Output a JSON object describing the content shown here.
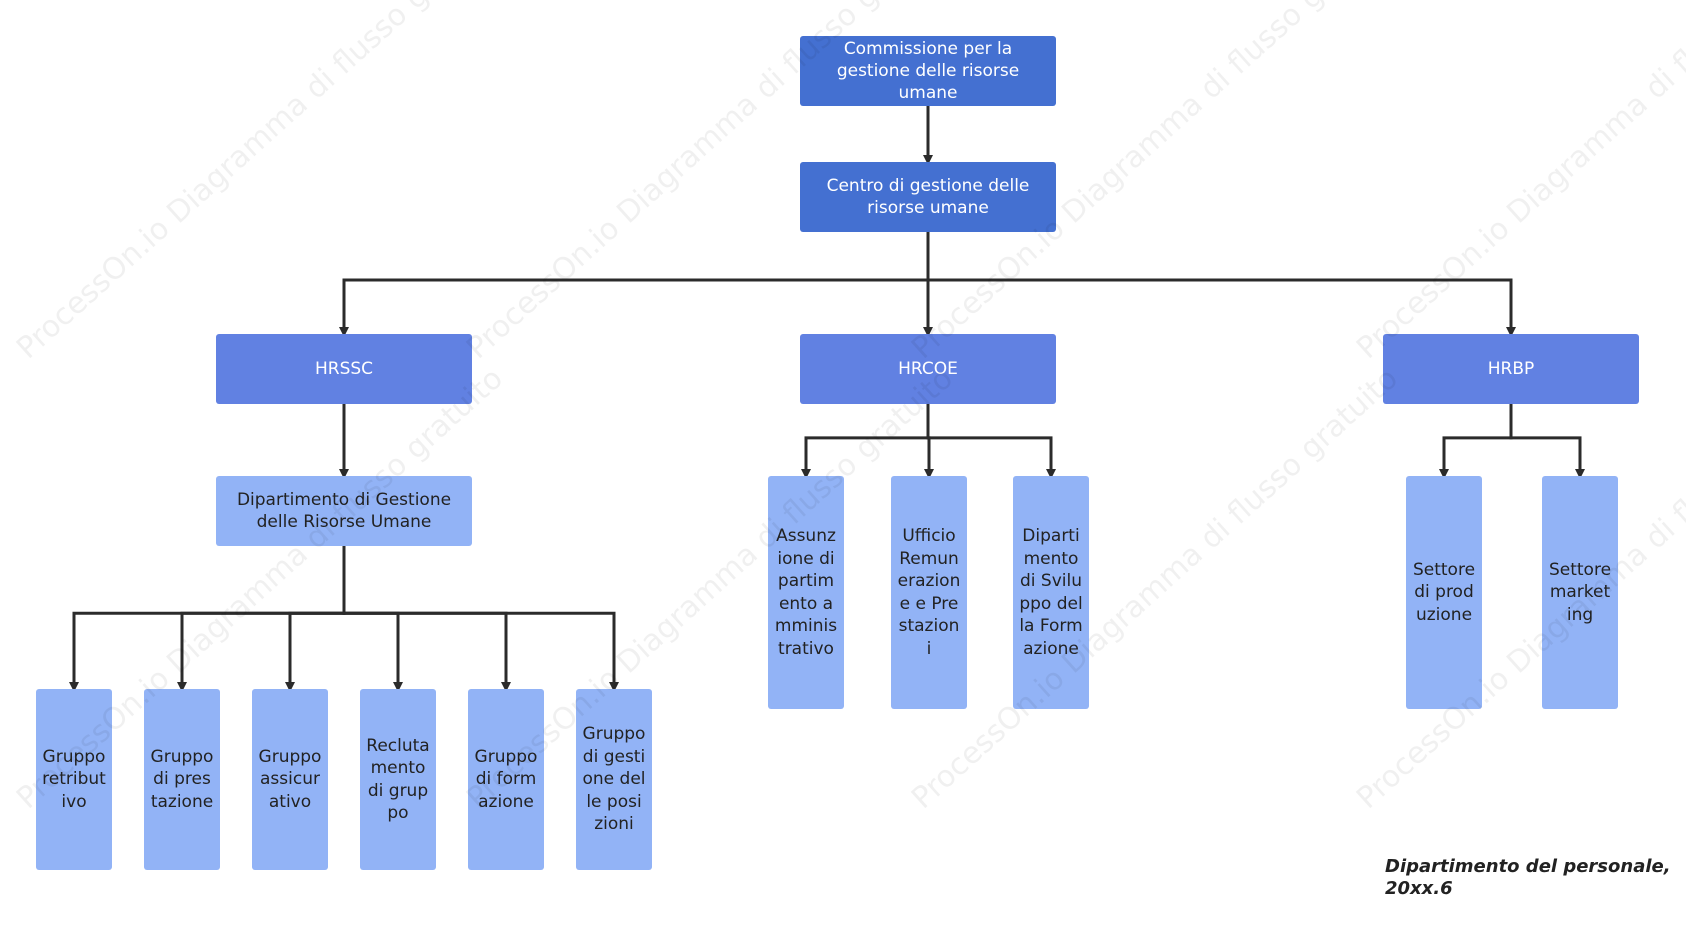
{
  "watermark": "ProcessOn.io Diagramma di flusso gratuito",
  "footer": "Dipartimento del personale, 20xx.6",
  "colors": {
    "level0": "#4470d1",
    "level1": "#6181e2",
    "level2": "#92b3f6",
    "line": "#2b2b2b"
  },
  "nodes": [
    {
      "id": "commissione",
      "label": "Commissione per la gestione delle risorse umane",
      "parent": null
    },
    {
      "id": "centro",
      "label": "Centro di gestione delle risorse umane",
      "parent": "commissione"
    },
    {
      "id": "hrssc",
      "label": "HRSSC",
      "parent": "centro"
    },
    {
      "id": "hrcoe",
      "label": "HRCOE",
      "parent": "centro"
    },
    {
      "id": "hrbp",
      "label": "HRBP",
      "parent": "centro"
    },
    {
      "id": "dip-gestione",
      "label": "Dipartimento di Gestione delle Risorse Umane",
      "parent": "hrssc"
    },
    {
      "id": "retributivo",
      "label": "Gruppo retributivo",
      "parent": "dip-gestione"
    },
    {
      "id": "prestazione",
      "label": "Gruppo di prestazione",
      "parent": "dip-gestione"
    },
    {
      "id": "assicurativo",
      "label": "Gruppo assicurativo",
      "parent": "dip-gestione"
    },
    {
      "id": "reclutamento",
      "label": "Reclutamento di gruppo",
      "parent": "dip-gestione"
    },
    {
      "id": "formazione",
      "label": "Gruppo di formazione",
      "parent": "dip-gestione"
    },
    {
      "id": "posizioni",
      "label": "Gruppo di gestione delle posizioni",
      "parent": "dip-gestione"
    },
    {
      "id": "assunzione",
      "label": "Assunzione dipartimento amministrativo",
      "parent": "hrcoe"
    },
    {
      "id": "remunerazione",
      "label": "Ufficio Remunerazione e Prestazioni",
      "parent": "hrcoe"
    },
    {
      "id": "sviluppo",
      "label": "Dipartimento di Sviluppo della Formazione",
      "parent": "hrcoe"
    },
    {
      "id": "produzione",
      "label": "Settore di produzione",
      "parent": "hrbp"
    },
    {
      "id": "marketing",
      "label": "Settore marketing",
      "parent": "hrbp"
    }
  ]
}
